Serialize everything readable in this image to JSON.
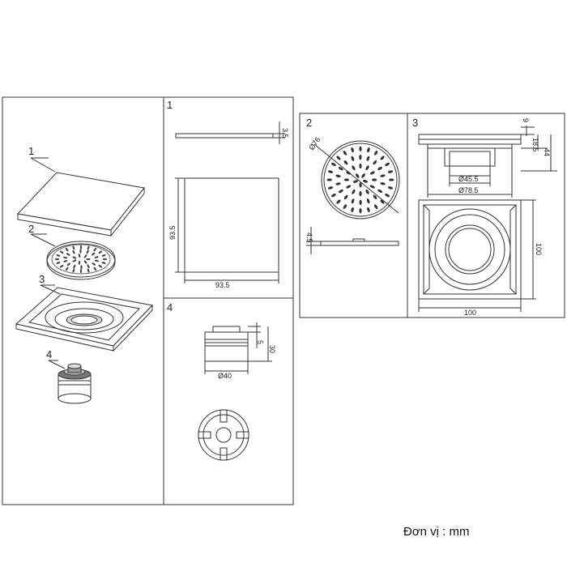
{
  "parts": {
    "p1": "1",
    "p2": "2",
    "p3": "3",
    "p4": "4"
  },
  "panels": {
    "panel1": "1",
    "panel2": "2",
    "panel3": "3",
    "panel4": "4"
  },
  "dimensions": {
    "d1_thick": "3.5",
    "d1_w": "93.5",
    "d1_h": "93.5",
    "d2_dia": "Ø76",
    "d2_thick": "4.5",
    "d3_9": "9",
    "d3_185": "18.5",
    "d3_44": "44",
    "d3_455": "Ø45.5",
    "d3_785": "Ø78.5",
    "d3_w": "100",
    "d3_h": "100",
    "d4_5": "5",
    "d4_30": "30",
    "d4_40": "Ø40"
  },
  "unit_label": "Đơn vị : mm"
}
